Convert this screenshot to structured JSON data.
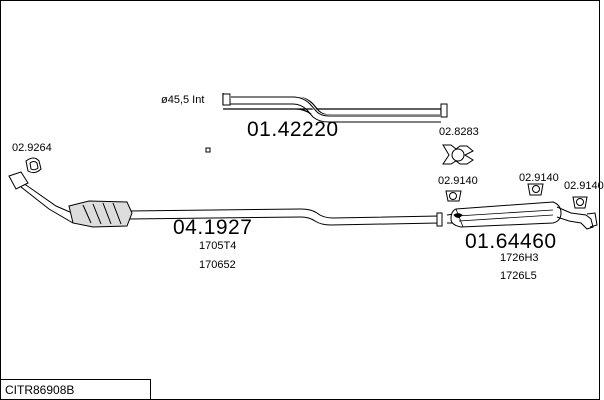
{
  "diagram": {
    "pipe_diameter_label": "ø45,5 Int",
    "front_pipe": {
      "number": "04.1927",
      "ref1": "1705T4",
      "ref2": "170652"
    },
    "center_pipe": {
      "number": "01.42220"
    },
    "rear_silencer": {
      "number": "01.64460",
      "ref1": "1726H3",
      "ref2": "1726L5"
    },
    "accessories": {
      "gasket": "02.9264",
      "bracket": "02.8283",
      "rubber_mount_1": "02.9140",
      "rubber_mount_2": "02.9140",
      "rubber_mount_3": "02.9140"
    }
  },
  "footer": {
    "code": "CITR86908B"
  }
}
